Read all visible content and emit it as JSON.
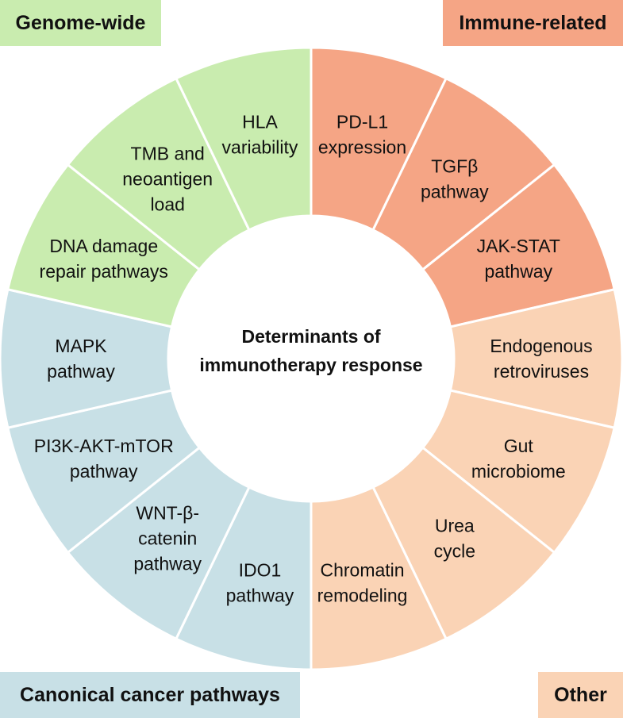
{
  "colors": {
    "genome": "#c9ecaf",
    "immune": "#f5a585",
    "canonical": "#c8e0e6",
    "other": "#fad3b5",
    "center": "#ffffff",
    "divider": "#ffffff"
  },
  "categories": {
    "genome": {
      "label": "Genome-wide"
    },
    "immune": {
      "label": "Immune-related"
    },
    "canonical": {
      "label": "Canonical cancer pathways"
    },
    "other": {
      "label": "Other"
    }
  },
  "center": {
    "lines": [
      "Determinants of",
      "immunotherapy response"
    ]
  },
  "segments": [
    {
      "id": "pd-l1-expression",
      "category": "immune",
      "lines": [
        "PD-L1",
        "expression"
      ]
    },
    {
      "id": "tgfb-pathway",
      "category": "immune",
      "lines": [
        "TGFβ",
        "pathway"
      ]
    },
    {
      "id": "jak-stat-pathway",
      "category": "immune",
      "lines": [
        "JAK-STAT",
        "pathway"
      ]
    },
    {
      "id": "endogenous-retroviruses",
      "category": "other",
      "lines": [
        "Endogenous",
        "retroviruses"
      ]
    },
    {
      "id": "gut-microbiome",
      "category": "other",
      "lines": [
        "Gut",
        "microbiome"
      ]
    },
    {
      "id": "urea-cycle",
      "category": "other",
      "lines": [
        "Urea",
        "cycle"
      ]
    },
    {
      "id": "chromatin-remodeling",
      "category": "other",
      "lines": [
        "Chromatin",
        "remodeling"
      ]
    },
    {
      "id": "ido1-pathway",
      "category": "canonical",
      "lines": [
        "IDO1",
        "pathway"
      ]
    },
    {
      "id": "wnt-beta-catenin-pathway",
      "category": "canonical",
      "lines": [
        "WNT-β-",
        "catenin",
        "pathway"
      ]
    },
    {
      "id": "pi3k-akt-mtor-pathway",
      "category": "canonical",
      "lines": [
        "PI3K-AKT-mTOR",
        "pathway"
      ]
    },
    {
      "id": "mapk-pathway",
      "category": "canonical",
      "lines": [
        "MAPK",
        "pathway"
      ]
    },
    {
      "id": "dna-damage-repair-pathways",
      "category": "genome",
      "lines": [
        "DNA damage",
        "repair pathways"
      ]
    },
    {
      "id": "tmb-and-neoantigen-load",
      "category": "genome",
      "lines": [
        "TMB and",
        "neoantigen",
        "load"
      ]
    },
    {
      "id": "hla-variability",
      "category": "genome",
      "lines": [
        "HLA",
        "variability"
      ]
    }
  ]
}
